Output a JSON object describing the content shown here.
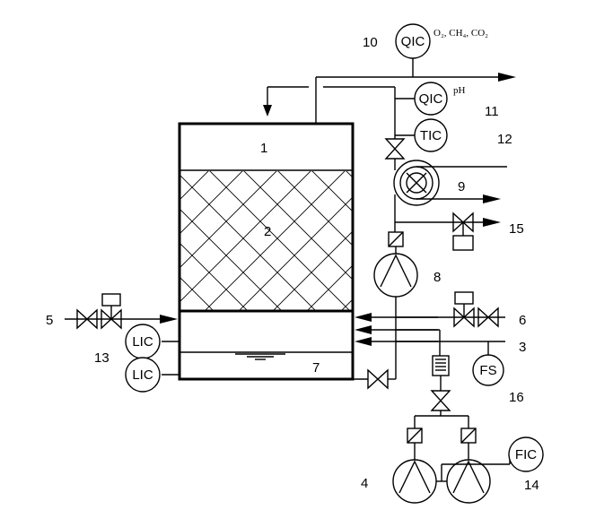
{
  "numbers": {
    "n1": "1",
    "n2": "2",
    "n3": "3",
    "n4": "4",
    "n5": "5",
    "n6": "6",
    "n7": "7",
    "n8": "8",
    "n9": "9",
    "n10": "10",
    "n11": "11",
    "n12": "12",
    "n13": "13",
    "n14": "14",
    "n15": "15",
    "n16": "16"
  },
  "instruments": {
    "qic_gas": "QIC",
    "gas_sub": "O₂, CH₄, CO₂",
    "qic_ph": "QIC",
    "ph_sub": "pH",
    "tic": "TIC",
    "lic_top": "LIC",
    "lic_bottom": "LIC",
    "fs": "FS",
    "fic": "FIC"
  }
}
